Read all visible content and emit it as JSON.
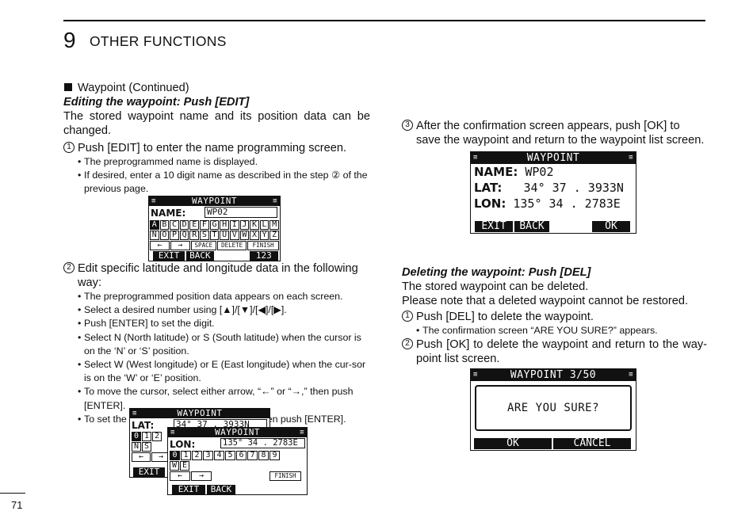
{
  "header": {
    "chapter_number": "9",
    "chapter_title": "OTHER FUNCTIONS"
  },
  "left": {
    "section_title": "Waypoint (Continued)",
    "edit_heading": "Editing the waypoint: Push [EDIT]",
    "edit_intro": "The stored waypoint name and its position data can be changed.",
    "step1": {
      "num": "1",
      "text": "Push [EDIT] to enter the name programming screen."
    },
    "step1_bullets": [
      "The preprogrammed name is displayed.",
      "If desired, enter a 10 digit name as described in the step ② of the previous page."
    ],
    "step2": {
      "num": "2",
      "text": "Edit specific latitude and longitude data in the following way:"
    },
    "step2_bullets": [
      "The preprogrammed position data appears on each screen.",
      "Select a desired number using [▲]/[▼]/[◀]/[▶].",
      "Push [ENTER] to set the digit.",
      "Select N (North latitude) or S (South latitude) when the cursor is on the ‘N’ or ‘S’ position.",
      "Select W (West longitude) or E (East longitude) when the cur-sor is on the ‘W’ or ‘E’ position.",
      "To move the cursor, select either arrow, “←” or “→,” then push [ENTER].",
      "To set the screen data, select “FINISH,” then push [ENTER]."
    ]
  },
  "right": {
    "step3": {
      "num": "3",
      "text": "After the confirmation screen appears, push [OK] to save the waypoint and return to the waypoint list screen."
    },
    "del_heading": "Deleting the waypoint: Push [DEL]",
    "del_line1": "The stored waypoint can be deleted.",
    "del_line2": "Please note that a deleted waypoint cannot be restored.",
    "del_step1": {
      "num": "1",
      "text": "Push [DEL] to delete the waypoint."
    },
    "del_step1_bullet": "The confirmation screen “ARE YOU SURE?” appears.",
    "del_step2": {
      "num": "2",
      "text": "Push [OK] to delete the waypoint and return to the way-point list screen."
    }
  },
  "screen_name": {
    "title": "WAYPOINT",
    "label": "NAME:",
    "value": "WP02",
    "row1": [
      "A",
      "B",
      "C",
      "D",
      "E",
      "F",
      "G",
      "H",
      "I",
      "J",
      "K",
      "L",
      "M"
    ],
    "row2": [
      "N",
      "O",
      "P",
      "Q",
      "R",
      "S",
      "T",
      "U",
      "V",
      "W",
      "X",
      "Y",
      "Z"
    ],
    "row3": [
      "←",
      "→",
      "SPACE",
      "DELETE",
      "FINISH"
    ],
    "softkeys": [
      "EXIT",
      "BACK",
      "123"
    ]
  },
  "screen_lat": {
    "title": "WAYPOINT",
    "label": "LAT:",
    "value": "34° 37 . 3933N",
    "digits": [
      "0",
      "1",
      "2"
    ],
    "ns": [
      "N",
      "S"
    ],
    "arrows": [
      "←",
      "→"
    ],
    "softkey": "EXIT"
  },
  "screen_lon": {
    "title": "WAYPOINT",
    "label": "LON:",
    "value": "135° 34 . 2783E",
    "digits": [
      "0",
      "1",
      "2",
      "3",
      "4",
      "5",
      "6",
      "7",
      "8",
      "9"
    ],
    "we": [
      "W",
      "E"
    ],
    "arrows": [
      "←",
      "→"
    ],
    "finish": "FINISH",
    "softkeys": [
      "EXIT",
      "BACK"
    ]
  },
  "screen_confirm": {
    "title": "WAYPOINT",
    "name_label": "NAME:",
    "name_value": "WP02",
    "lat_label": "LAT:",
    "lat_value": "34° 37 . 3933N",
    "lon_label": "LON:",
    "lon_value": "135° 34 . 2783E",
    "softkeys": [
      "EXIT",
      "BACK",
      "OK"
    ]
  },
  "screen_delete": {
    "title": "WAYPOINT  3/50",
    "message": "ARE YOU SURE?",
    "softkeys": [
      "OK",
      "CANCEL"
    ]
  },
  "footer": {
    "page_number": "71"
  }
}
